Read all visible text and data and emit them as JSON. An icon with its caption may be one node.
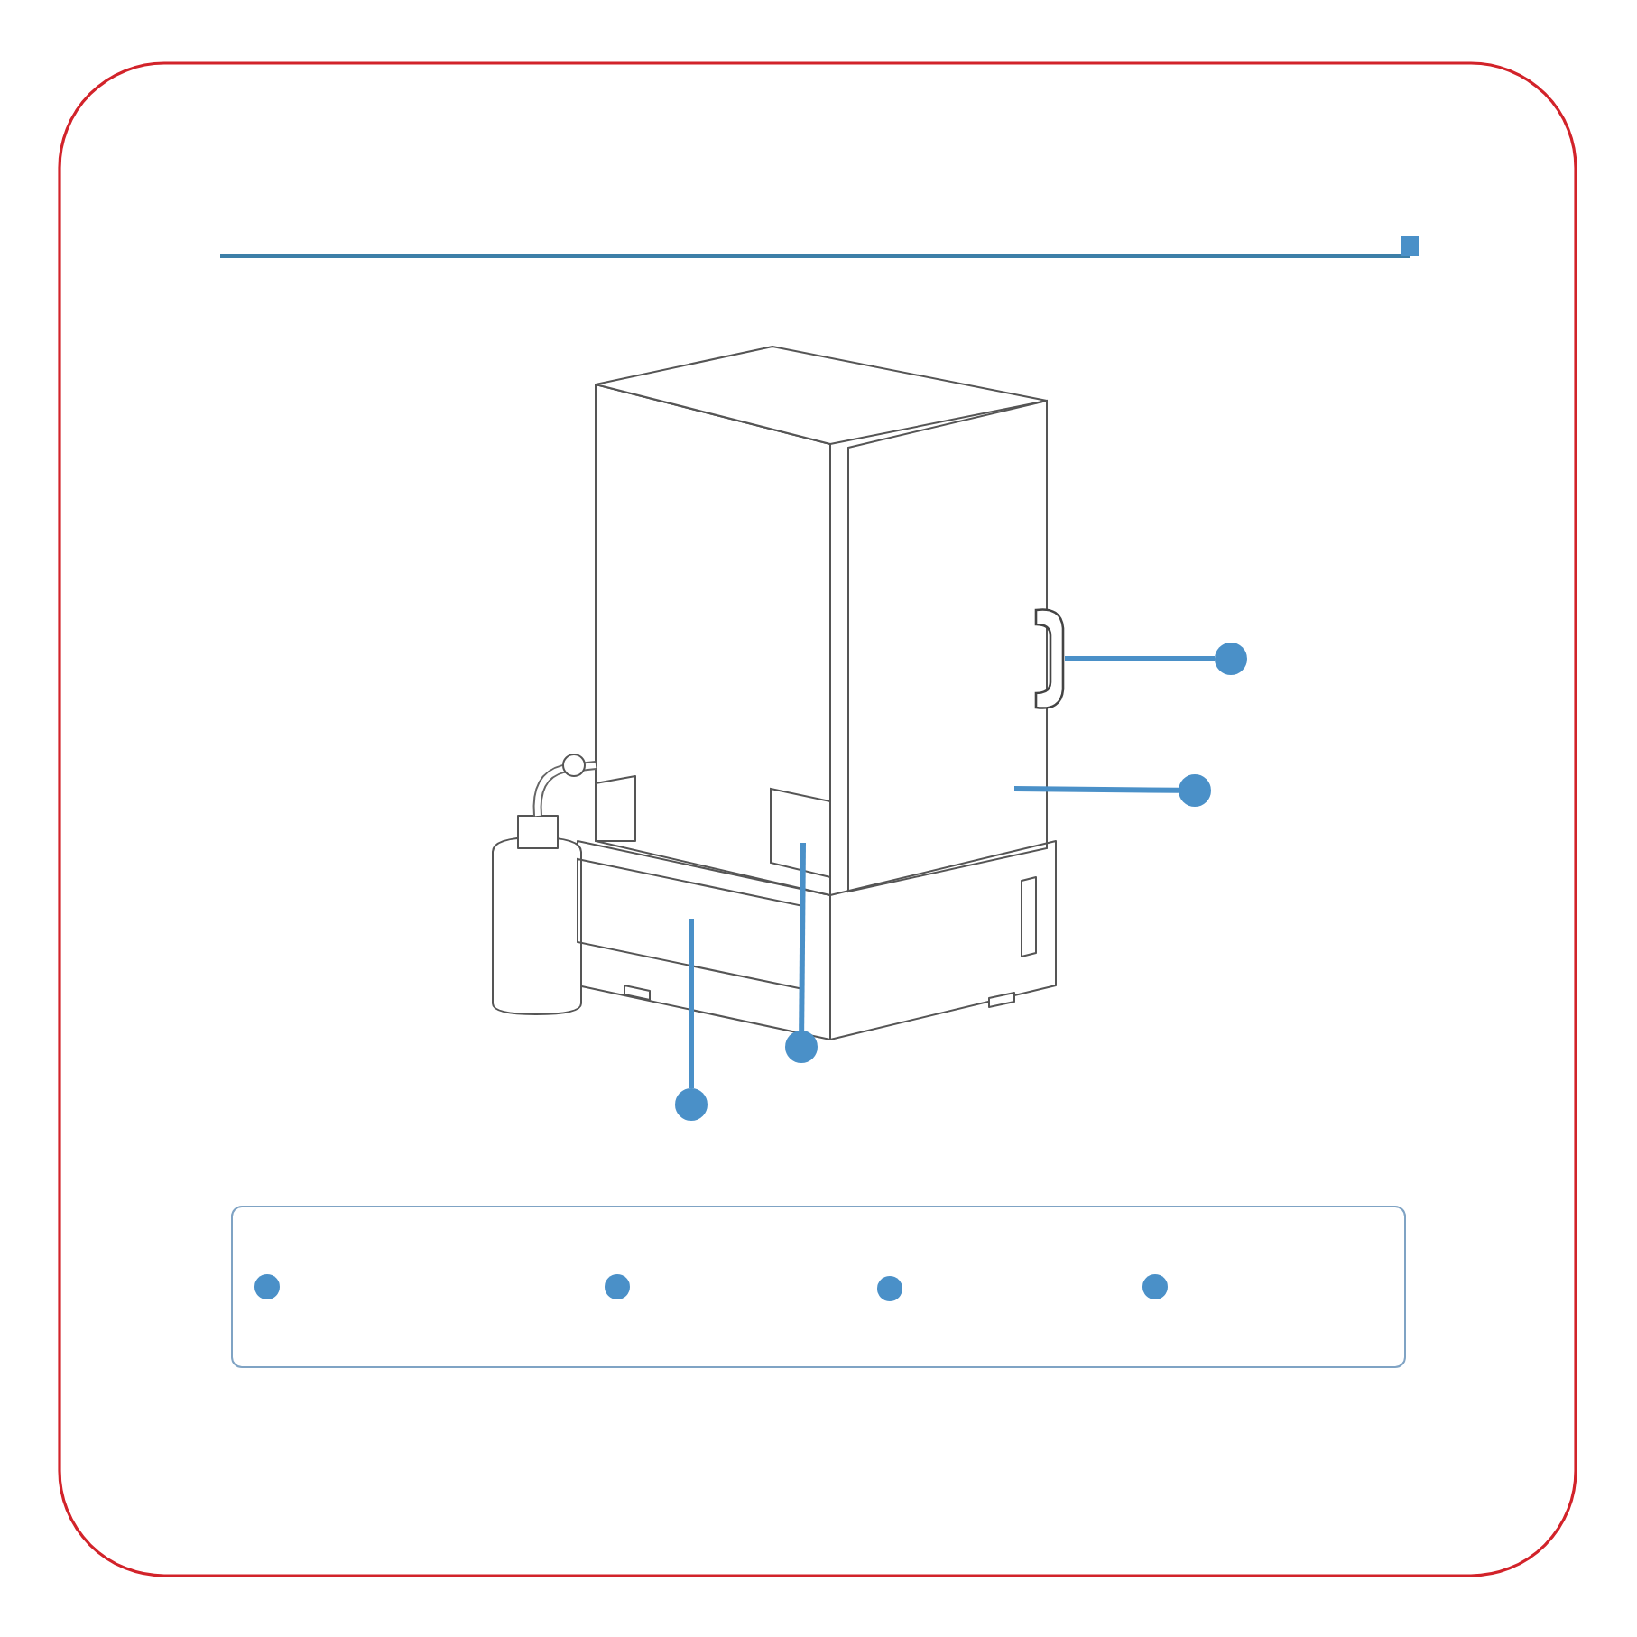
{
  "diagram": {
    "nodes": [
      {
        "text": [],
        "shape": "circle"
      },
      {
        "text": [],
        "shape": "circle"
      },
      {
        "text": [],
        "shape": "circle"
      },
      {
        "text": [],
        "shape": "circle"
      },
      {
        "text": [],
        "shape": "bar"
      },
      {
        "text": [],
        "shape": "box"
      },
      {
        "text": [],
        "shape": "box"
      },
      {
        "text": [],
        "shape": "box"
      },
      {
        "text": [],
        "shape": "box"
      },
      {
        "text": [],
        "shape": "circle",
        "in": 8
      },
      {
        "text": [],
        "shape": "circle",
        "in": 8
      },
      {
        "text": [],
        "shape": "circle",
        "in": 8
      },
      {
        "text": [],
        "shape": "circle",
        "in": 8
      }
    ],
    "edges": [
      {
        "from": 0,
        "to": 4,
        "arrow": "none"
      },
      {
        "from": 1,
        "to": 5,
        "arrow": "none"
      },
      {
        "from": 2,
        "to": 6,
        "arrow": "none"
      },
      {
        "from": 3,
        "to": 7,
        "arrow": "none"
      }
    ]
  }
}
